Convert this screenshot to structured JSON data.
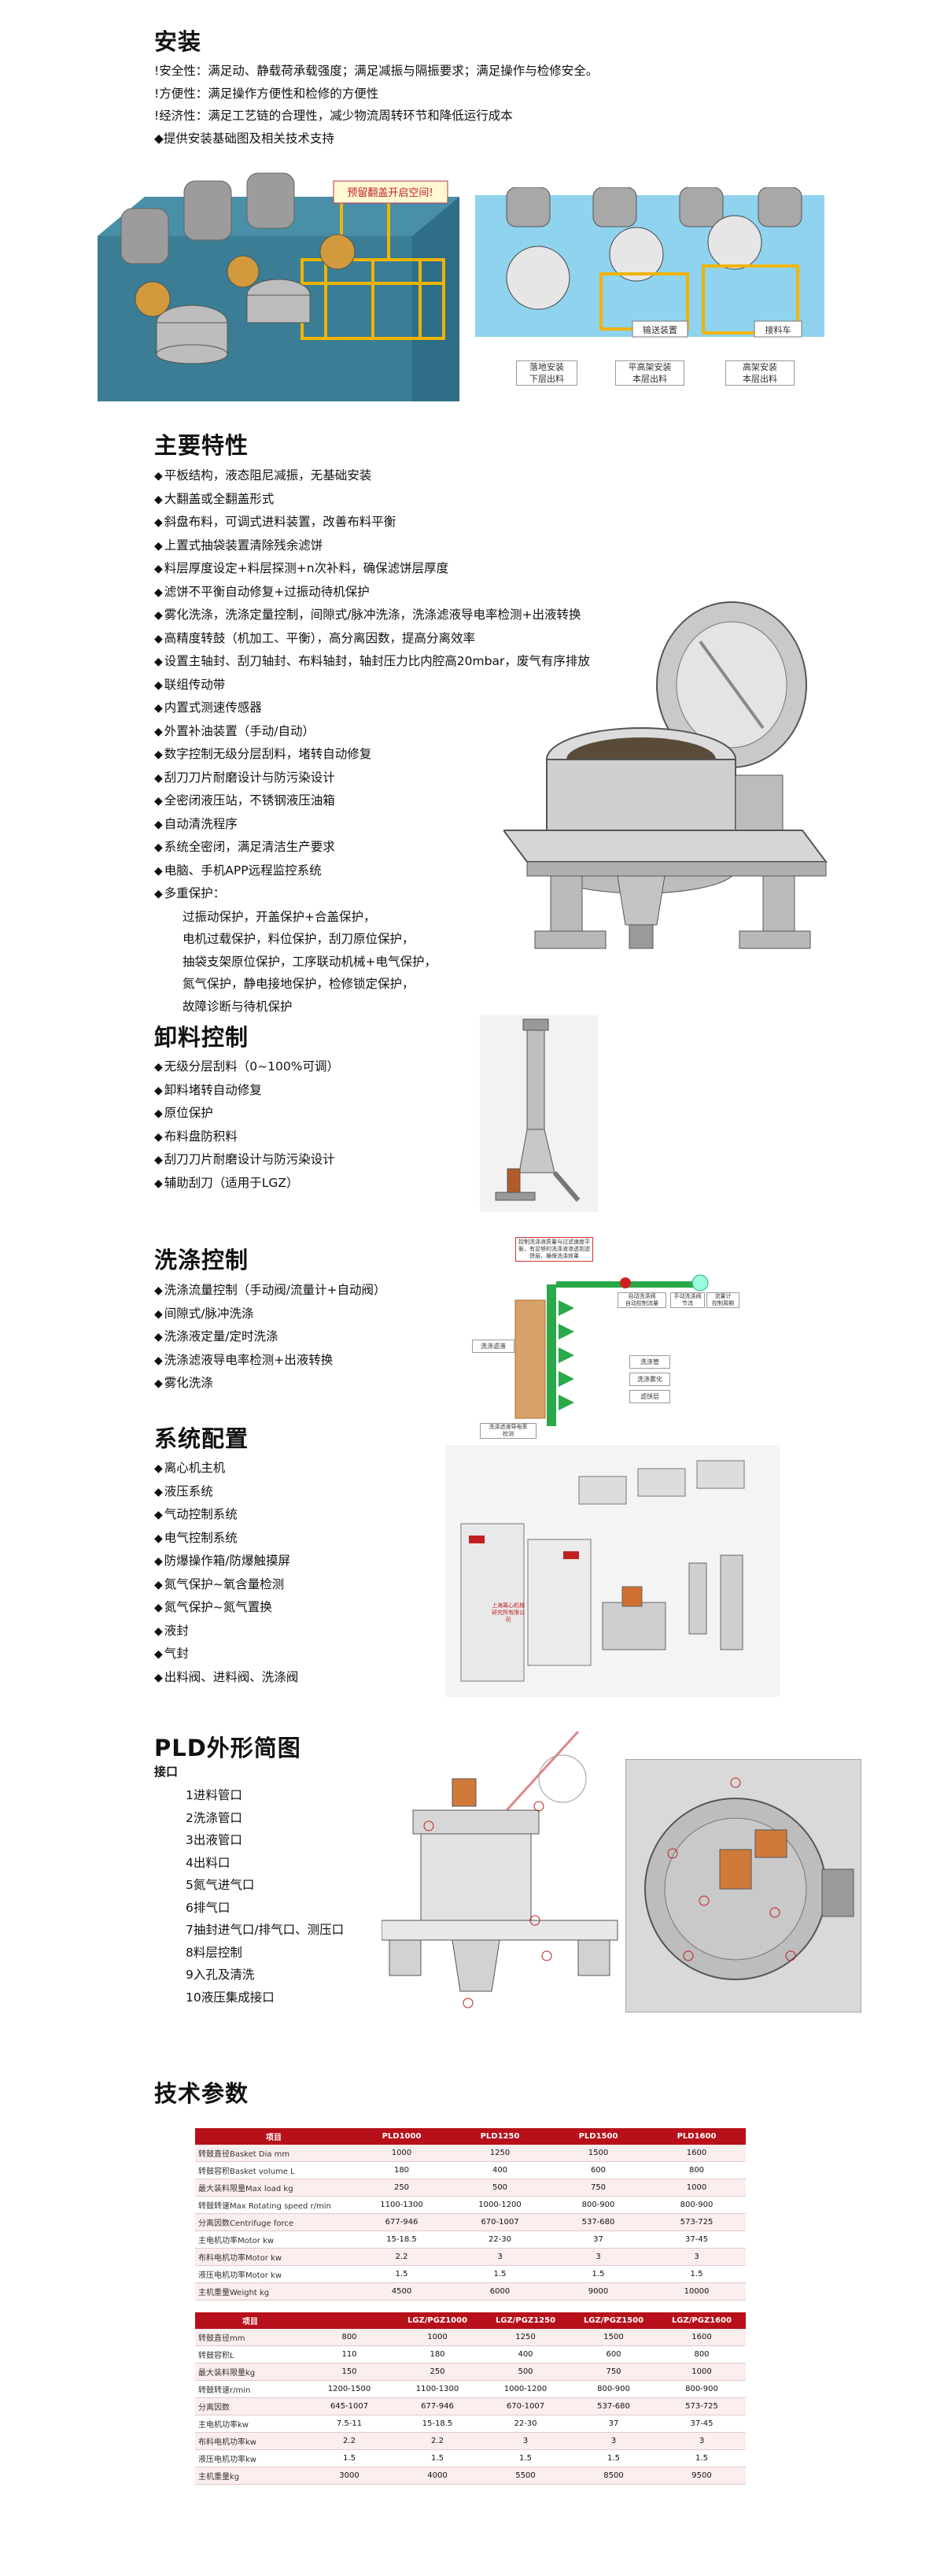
{
  "install": {
    "title": "安装",
    "lines": [
      "!安全性：满足动、静载荷承载强度；满足减振与隔振要求；满足操作与检修安全。",
      "!方便性：满足操作方便性和检修的方便性",
      "!经济性：满足工艺链的合理性，减少物流周转环节和降低运行成本",
      "◆提供安装基础图及相关技术支持"
    ],
    "fig_left_label": "预留翻盖开启空间!",
    "fig_right_labels": [
      "落地安装\n下层出料",
      "平高架安装\n本层出料",
      "高架安装\n本层出料"
    ],
    "fig_right_tags": [
      "输送装置",
      "接料车"
    ]
  },
  "features": {
    "title": "主要特性",
    "items": [
      "平板结构，液态阻尼减振，无基础安装",
      "大翻盖或全翻盖形式",
      "斜盘布料，可调式进料装置，改善布料平衡",
      "上置式抽袋装置清除残余滤饼",
      "料层厚度设定+料层探测+n次补料，确保滤饼层厚度",
      "滤饼不平衡自动修复+过振动待机保护",
      "雾化洗涤，洗涤定量控制，间隙式/脉冲洗涤，洗涤滤液导电率检测+出液转换",
      "高精度转鼓（机加工、平衡），高分离因数，提高分离效率",
      "设置主轴封、刮刀轴封、布料轴封，轴封压力比内腔高20mbar，废气有序排放",
      "联组传动带",
      "内置式测速传感器",
      "外置补油装置（手动/自动）",
      "数字控制无级分层刮料，堵转自动修复",
      "刮刀刀片耐磨设计与防污染设计",
      "全密闭液压站，不锈钢液压油箱",
      "自动清洗程序",
      "系统全密闭，满足清洁生产要求",
      "电脑、手机APP远程监控系统",
      "多重保护："
    ],
    "protections": [
      "过振动保护，开盖保护+合盖保护，",
      "电机过载保护，料位保护，刮刀原位保护，",
      "抽袋支架原位保护，工序联动机械+电气保护，",
      "氮气保护，静电接地保护，检修锁定保护，",
      "故障诊断与待机保护"
    ]
  },
  "discharge": {
    "title": "卸料控制",
    "items": [
      "无级分层刮料（0~100%可调）",
      "卸料堵转自动修复",
      "原位保护",
      "布料盘防积料",
      "刮刀刀片耐磨设计与防污染设计",
      "辅助刮刀（适用于LGZ）"
    ]
  },
  "washing": {
    "title": "洗涤控制",
    "items": [
      "洗涤流量控制（手动阀/流量计+自动阀）",
      "间隙式/脉冲洗涤",
      "洗涤液定量/定时洗涤",
      "洗涤滤液导电率检测+出液转换",
      "雾化洗涤"
    ],
    "diagram_labels": {
      "top": "控制洗涤液质量与过滤速度平衡，有足够的洗涤液渗透到滤饼层，确保洗涤效果",
      "wash": "洗涤滤液",
      "auto": "自动洗涤阀\n自动控制流量",
      "manual": "手动洗涤阀\n节流",
      "flow": "流量计\n控制周期",
      "pipe": "洗涤管",
      "atom": "洗涤雾化",
      "cake": "滤饼层",
      "bottom": "洗涤滤液导电率\n检测"
    }
  },
  "system": {
    "title": "系统配置",
    "items": [
      "离心机主机",
      "液压系统",
      "气动控制系统",
      "电气控制系统",
      "防爆操作箱/防爆触摸屏",
      "氮气保护~氧含量检测",
      "氮气保护~氮气置换",
      "液封",
      "气封",
      "出料阀、进料阀、洗涤阀"
    ],
    "cabinet_text": "上海离心机械研究所有限公司"
  },
  "outline": {
    "title": "PLD外形简图",
    "subtitle": "接口",
    "items": [
      "1进料管口",
      "2洗涤管口",
      "3出液管口",
      "4出料口",
      "5氮气进气口",
      "6排气口",
      "7抽封进气口/排气口、测压口",
      "8料层控制",
      "9入孔及清洗",
      "10液压集成接口"
    ]
  },
  "specs": {
    "title": "技术参数",
    "pld": {
      "headers": [
        "项目",
        "PLD1000",
        "PLD1250",
        "PLD1500",
        "PLD1600"
      ],
      "rows": [
        [
          "转鼓直径Basket Dia mm",
          "1000",
          "1250",
          "1500",
          "1600"
        ],
        [
          "转鼓容积Basket volume L",
          "180",
          "400",
          "600",
          "800"
        ],
        [
          "最大装料限量Max load kg",
          "250",
          "500",
          "750",
          "1000"
        ],
        [
          "转鼓转速Max Rotating speed r/min",
          "1100-1300",
          "1000-1200",
          "800-900",
          "800-900"
        ],
        [
          "分离因数Centrifuge force",
          "677-946",
          "670-1007",
          "537-680",
          "573-725"
        ],
        [
          "主电机功率Motor kw",
          "15-18.5",
          "22-30",
          "37",
          "37-45"
        ],
        [
          "布料电机功率Motor kw",
          "2.2",
          "3",
          "3",
          "3"
        ],
        [
          "液压电机功率Motor kw",
          "1.5",
          "1.5",
          "1.5",
          "1.5"
        ],
        [
          "主机重量Weight kg",
          "4500",
          "6000",
          "9000",
          "10000"
        ]
      ]
    },
    "lgz": {
      "headers": [
        "项目",
        "LGZ/PGZ1000",
        "LGZ/PGZ1250",
        "LGZ/PGZ1500",
        "LGZ/PGZ1600"
      ],
      "rows": [
        [
          "转鼓直径mm",
          "800",
          "1000",
          "1250",
          "1500",
          "1600"
        ],
        [
          "转鼓容积L",
          "110",
          "180",
          "400",
          "600",
          "800"
        ],
        [
          "最大装料限量kg",
          "150",
          "250",
          "500",
          "750",
          "1000"
        ],
        [
          "转鼓转速r/min",
          "1200-1500",
          "1100-1300",
          "1000-1200",
          "800-900",
          "800-900"
        ],
        [
          "分离因数",
          "645-1007",
          "677-946",
          "670-1007",
          "537-680",
          "573-725"
        ],
        [
          "主电机功率kw",
          "7.5-11",
          "15-18.5",
          "22-30",
          "37",
          "37-45"
        ],
        [
          "布料电机功率kw",
          "2.2",
          "2.2",
          "3",
          "3",
          "3"
        ],
        [
          "液压电机功率kw",
          "1.5",
          "1.5",
          "1.5",
          "1.5",
          "1.5"
        ],
        [
          "主机重量kg",
          "3000",
          "4000",
          "5500",
          "8500",
          "9500"
        ]
      ]
    }
  }
}
